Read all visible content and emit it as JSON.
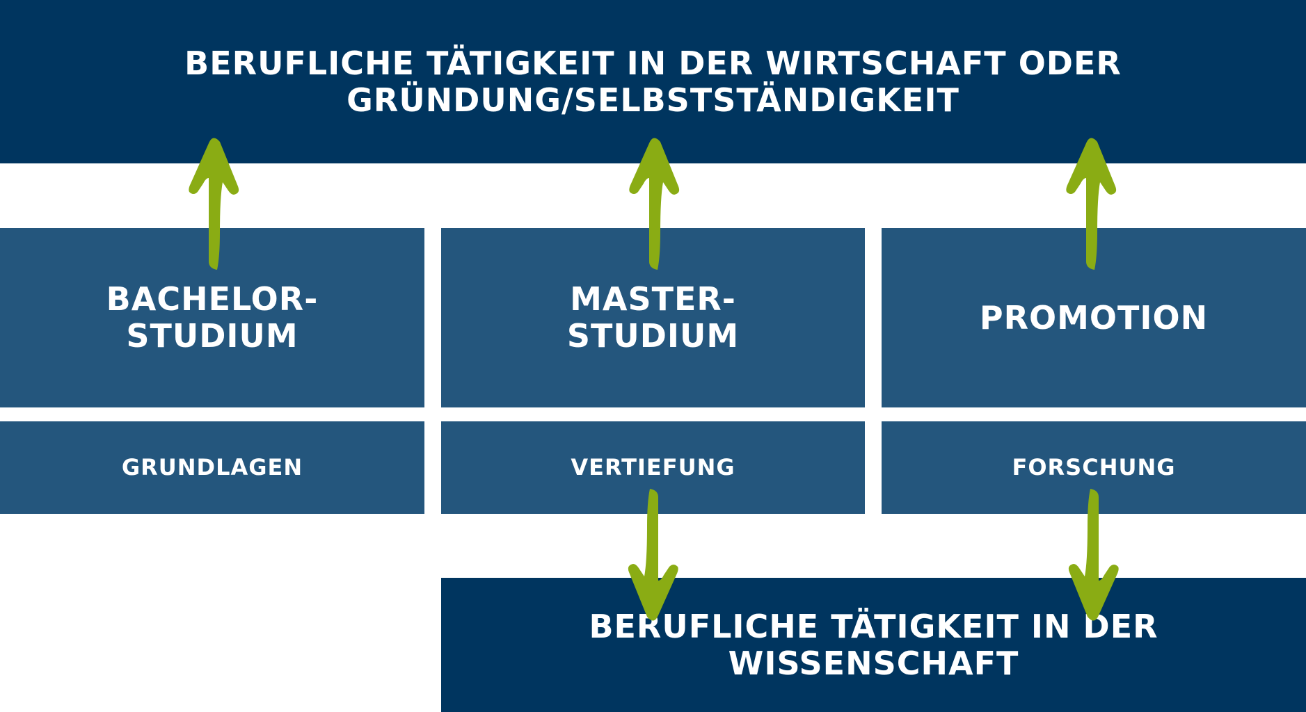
{
  "top_box": {
    "line1": "BERUFLICHE TÄTIGKEIT IN DER WIRTSCHAFT ODER",
    "line2": "GRÜNDUNG/SELBSTSTÄNDIGKEIT"
  },
  "stages": [
    {
      "line1": "BACHELOR-",
      "line2": "STUDIUM",
      "focus": "GRUNDLAGEN"
    },
    {
      "line1": "MASTER-",
      "line2": "STUDIUM",
      "focus": "VERTIEFUNG"
    },
    {
      "line1": "PROMOTION",
      "line2": "",
      "focus": "FORSCHUNG"
    }
  ],
  "bottom_box": {
    "label": "BERUFLICHE TÄTIGKEIT IN DER WISSENSCHAFT"
  },
  "colors": {
    "dark": "#00355f",
    "mid": "#24567d",
    "arrow": "#8aac14"
  }
}
